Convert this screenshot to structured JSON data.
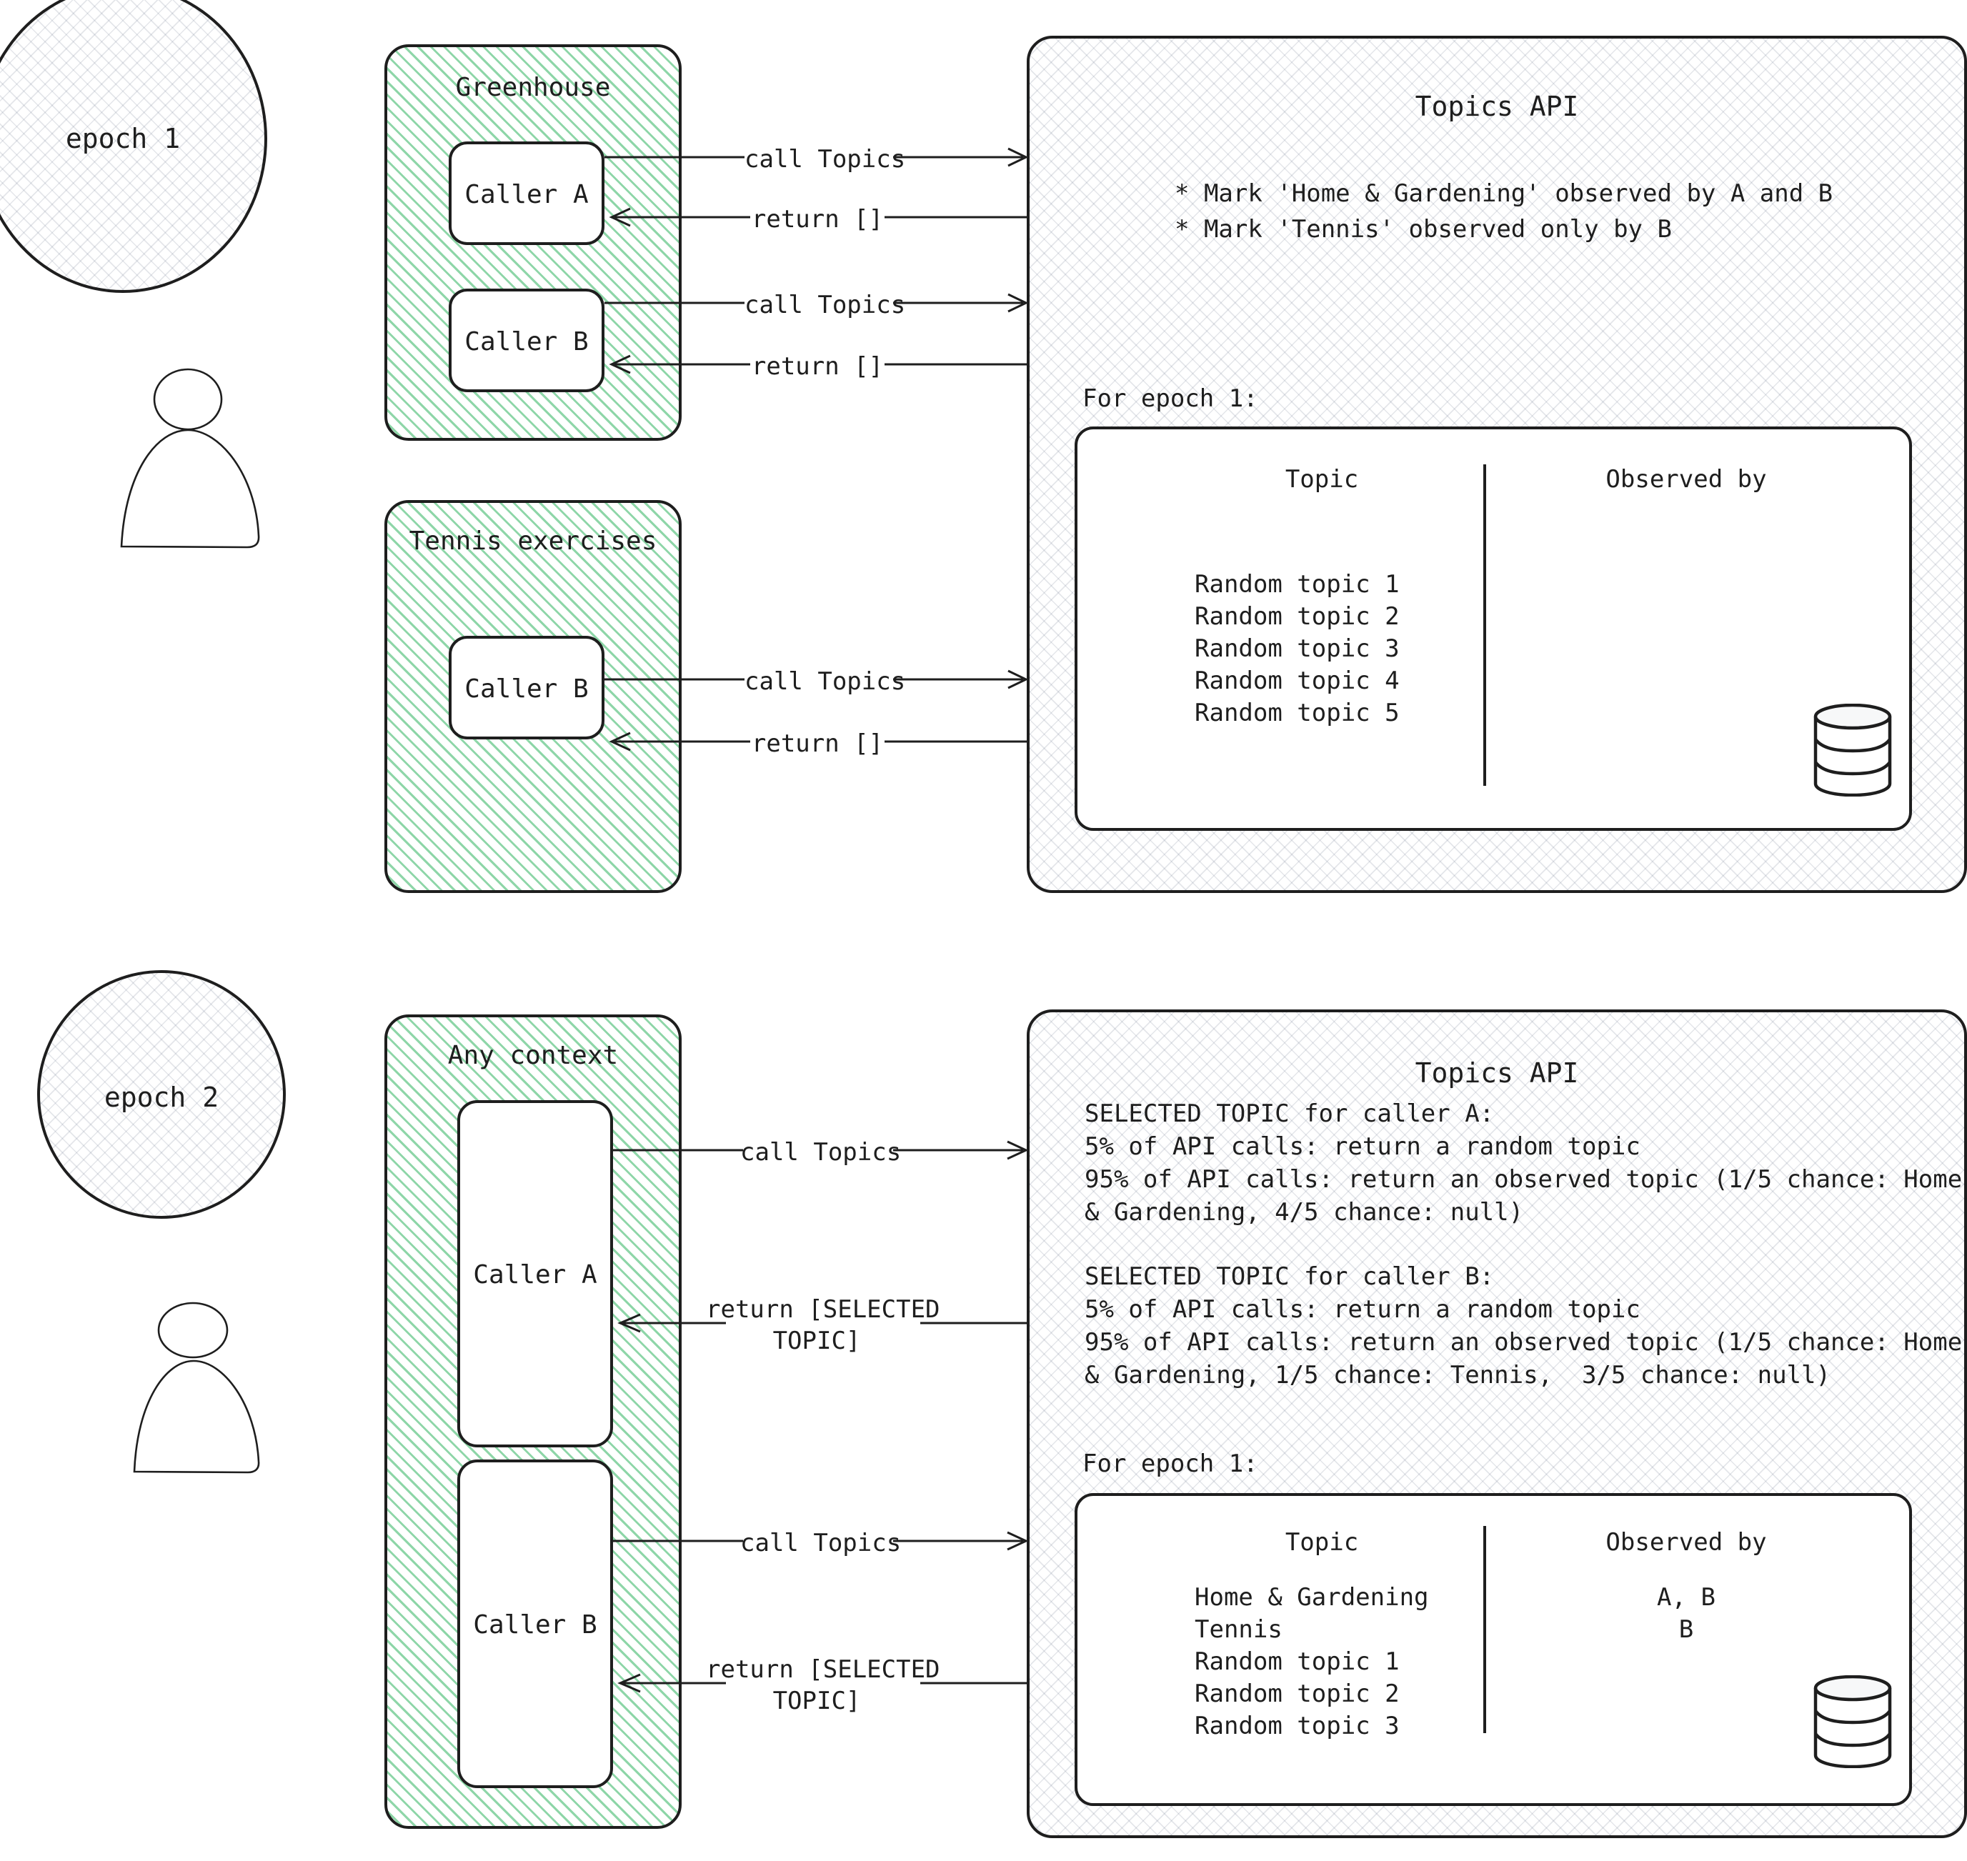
{
  "epochs": [
    {
      "id": "epoch-1",
      "badge": "epoch 1",
      "contexts": [
        {
          "title": "Greenhouse",
          "callers": [
            {
              "label": "Caller A",
              "call": "call Topics",
              "ret": "return []"
            },
            {
              "label": "Caller B",
              "call": "call Topics",
              "ret": "return []"
            }
          ]
        },
        {
          "title": "Tennis exercises",
          "callers": [
            {
              "label": "Caller B",
              "call": "call Topics",
              "ret": "return []"
            }
          ]
        }
      ],
      "api": {
        "title": "Topics API",
        "notes": [
          "* Mark 'Home & Gardening' observed by A and B",
          "* Mark 'Tennis' observed only by B"
        ],
        "epoch_caption": "For epoch 1:",
        "table": {
          "columns": [
            "Topic",
            "Observed by"
          ],
          "rows": [
            {
              "topic": "Random topic 1",
              "observed_by": ""
            },
            {
              "topic": "Random topic 2",
              "observed_by": ""
            },
            {
              "topic": "Random topic 3",
              "observed_by": ""
            },
            {
              "topic": "Random topic 4",
              "observed_by": ""
            },
            {
              "topic": "Random topic 5",
              "observed_by": ""
            }
          ]
        },
        "storage_icon": "database-cylinder-icon"
      }
    },
    {
      "id": "epoch-2",
      "badge": "epoch 2",
      "contexts": [
        {
          "title": "Any context",
          "callers": [
            {
              "label": "Caller A",
              "call": "call Topics",
              "ret": "return [SELECTED\nTOPIC]"
            },
            {
              "label": "Caller B",
              "call": "call Topics",
              "ret": "return [SELECTED\nTOPIC]"
            }
          ]
        }
      ],
      "api": {
        "title": "Topics API",
        "blocks": [
          {
            "heading": "SELECTED TOPIC for caller A:",
            "lines": [
              "5% of API calls: return a random topic",
              "95% of API calls: return an observed topic (1/5 chance: Home",
              "& Gardening, 4/5 chance: null)"
            ]
          },
          {
            "heading": "SELECTED TOPIC for caller B:",
            "lines": [
              "5% of API calls: return a random topic",
              "95% of API calls: return an observed topic (1/5 chance: Home",
              "& Gardening, 1/5 chance: Tennis,  3/5 chance: null)"
            ]
          }
        ],
        "epoch_caption": "For epoch 1:",
        "table": {
          "columns": [
            "Topic",
            "Observed by"
          ],
          "rows": [
            {
              "topic": "Home & Gardening",
              "observed_by": "A, B"
            },
            {
              "topic": "Tennis",
              "observed_by": "B"
            },
            {
              "topic": "Random topic 1",
              "observed_by": ""
            },
            {
              "topic": "Random topic 2",
              "observed_by": ""
            },
            {
              "topic": "Random topic 3",
              "observed_by": ""
            }
          ]
        },
        "storage_icon": "database-cylinder-icon"
      }
    }
  ],
  "colors": {
    "stroke": "#1e1e1e",
    "context_hatch": "#8ed6a8",
    "panel_hatch": "#7884963"
  },
  "icons": {
    "user": "user-figure-icon",
    "database": "database-cylinder-icon"
  }
}
